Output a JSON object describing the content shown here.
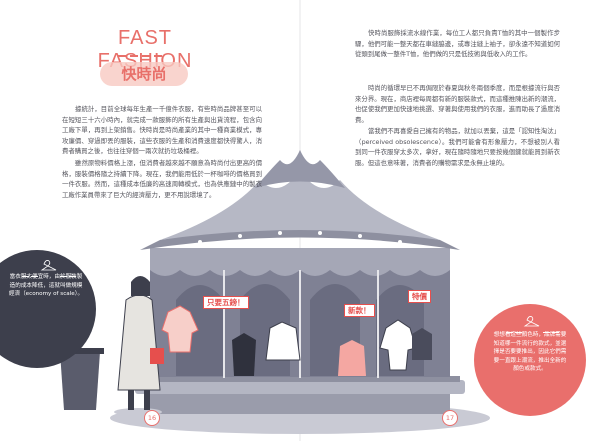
{
  "title_en": "FAST FASHION",
  "title_zh": "快時尚",
  "left_paragraphs": [
    "據統計，目前全球每年生產一千億件衣服，有些時尚品牌甚至可以在短短三十六小時內，就完成一款服飾的所有生產與出貨流程，包含向工廠下單，再到上架銷售。快時尚是時尚產業的其中一種商業模式，專攻廉價、穿過即丟的服裝，這些衣服的生產和消費速度都快得驚人，消費者購買之後，也往往穿個一兩次就扔垃圾桶裡。",
    "雖然原物料價格上漲，但消費者越來越不願意為時尚付出更高的價格，服裝價格隨之持續下降。現在，我們能用低於一杯咖啡的價格買到一件衣服。然而，這種成本低廉的高速周轉模式，也為供應鏈中的製衣工廠作業員帶來了巨大的經濟壓力，更不用說環境了。"
  ],
  "right_paragraphs": [
    "快時尚服飾採流水線作業，每位工人都只負責T恤的其中一個製作步驟，他們可能一整天都在車縫脇邊，或專注縫上袖子，卻永遠不知道如何從頭到尾做一整件T恤，他們做的只是低技術與低收入的工作。",
    "時尚的循環早已不再侷限於春夏與秋冬兩個季度，而是根據流行與否來分界。現在，商店裡每周都有新的服裝款式，而這種推陳出新的潮流，也促使我們更加快速地挑選、穿著與使用我們的衣服，進而助長了過度消費。",
    "當我們不再喜愛自己擁有的物品，就加以丟棄，這是「認知性淘汰」（perceived obsolescence）。我們可能會有形象壓力，不想被別人看到同一件衣服穿太多次，拿好，現在隨時隨地只要按幾個鍵就能買到新衣服。但這也意味著，消費者的購物需求是永無止境的。"
  ],
  "left_circle_text": "當衣服太便宜時，由於服裝製造的成本降低，這就叫做規模經濟（economy of scale）。",
  "right_circle_text": "想想看這些顏色時，品牌需要知道哪一件流行的款式，並選擇是否要要推出，因此它們需要一直跟上潮流，推出全新的顏色或款式。",
  "tags": {
    "sale": "只要五鎊！",
    "new": "新款！",
    "special": "特價"
  },
  "page_left": "16",
  "page_right": "17",
  "colors": {
    "coral": "#e8706a",
    "navy": "#3d3f4c",
    "carousel": "#a5a7b6",
    "red_tag": "#e64f4d"
  }
}
